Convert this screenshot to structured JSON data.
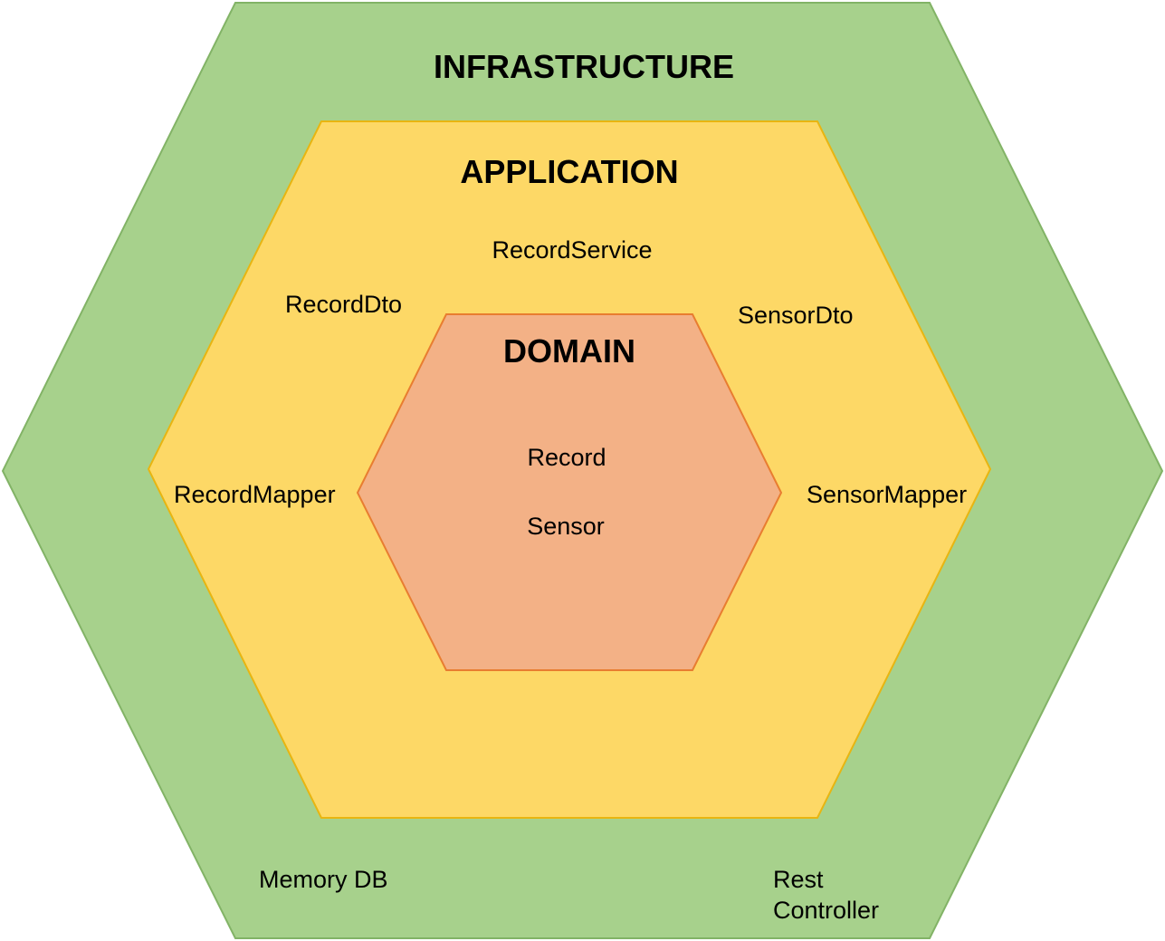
{
  "colors": {
    "infrastructure_fill": "#a7d18c",
    "infrastructure_stroke": "#82b366",
    "application_fill": "#fdd866",
    "application_stroke": "#e8b511",
    "domain_fill": "#f3b186",
    "domain_stroke": "#e87d30"
  },
  "infrastructure": {
    "title": "INFRASTRUCTURE",
    "memory_db": "Memory DB",
    "rest_controller_line1": "Rest",
    "rest_controller_line2": "Controller"
  },
  "application": {
    "title": "APPLICATION",
    "record_service": "RecordService",
    "record_dto": "RecordDto",
    "sensor_dto": "SensorDto",
    "record_mapper": "RecordMapper",
    "sensor_mapper": "SensorMapper"
  },
  "domain": {
    "title": "DOMAIN",
    "record": "Record",
    "sensor": "Sensor"
  }
}
